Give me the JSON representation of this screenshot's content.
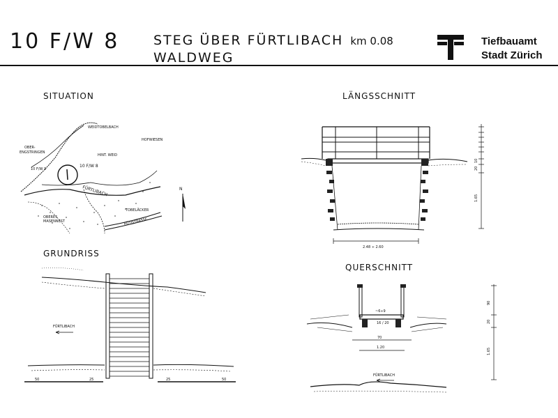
{
  "header": {
    "code": "10 F/W 8",
    "title_line1": "STEG ÜBER FÜRTLIBACH",
    "km": "km 0.08",
    "title_line2": "WALDWEG",
    "org_line1": "Tiefbauamt",
    "org_line2": "Stadt Zürich"
  },
  "situation": {
    "title": "SITUATION",
    "labels": {
      "weidtobelbach": "WEIDTOBELBACH",
      "ober_eng": "OBER-\nENGSTRINGEN",
      "hint_weid": "HINT. WEID",
      "hofwiesen": "HOFWIESEN",
      "code_near": "10 F/W 8",
      "code_other": "10 F/W 9",
      "fuertlibach": "FÜRTLIBACH",
      "tobelaecker": "TOBELÄCKER",
      "oberes": "OBERES\nMASENNEST",
      "ruetistrasse": "RÜTISTRASSE",
      "north": "N"
    }
  },
  "grundriss": {
    "title": "GRUNDRISS",
    "stream_label": "FÜRTLIBACH"
  },
  "laengsschnitt": {
    "title": "LÄNGSSCHNITT",
    "span_dim": "2.48 ÷ 2.60",
    "heights": [
      "1.65",
      "20",
      "10"
    ]
  },
  "querschnitt": {
    "title": "QUERSCHNITT",
    "width_dim": "1.20",
    "inner_dim": "70",
    "heights": [
      "1.65",
      "90",
      "20"
    ],
    "stream_label": "FÜRTLIBACH"
  }
}
